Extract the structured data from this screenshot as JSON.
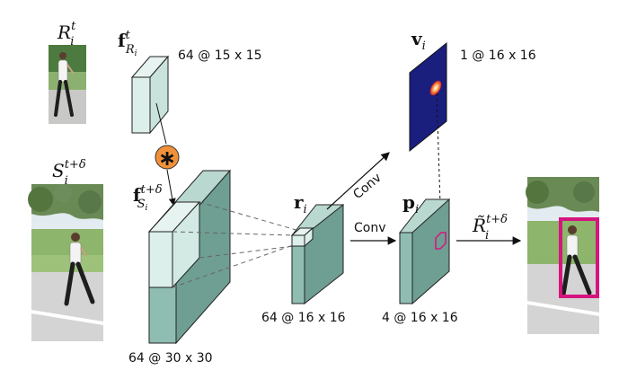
{
  "labels": {
    "ref_patch_R": "R",
    "ref_patch_R_sub": "i",
    "ref_patch_R_sup": "t",
    "search_patch_S": "S",
    "search_patch_S_sub": "i",
    "search_patch_S_sup": "t+δ",
    "feat_ref_f": "f",
    "feat_ref_sub": "R",
    "feat_ref_subsub": "i",
    "feat_ref_sup": "t",
    "feat_ref_dims": "64 @ 15 x 15",
    "feat_search_f": "f",
    "feat_search_sub": "S",
    "feat_search_subsub": "i",
    "feat_search_sup": "t+δ",
    "feat_search_dims": "64 @ 30 x 30",
    "corr_symbol": "∗",
    "r_label": "r",
    "r_sub": "i",
    "r_dims": "64 @ 16 x 16",
    "conv_upper": "Conv",
    "conv_lower": "Conv",
    "v_label": "v",
    "v_sub": "i",
    "v_dims": "1 @ 16 x 16",
    "p_label": "p",
    "p_sub": "i",
    "p_dims": "4 @ 16 x 16",
    "out_R": "R̃",
    "out_R_sub": "i",
    "out_R_sup": "t+δ"
  },
  "colors": {
    "block_front": "#8fbdb2",
    "block_top": "#b9d8cf",
    "block_side": "#6f9e93",
    "light_front": "#dcefeb",
    "map_blue": "#1a1f7e",
    "corr_circle": "#f0913a",
    "box_magenta": "#d6147f"
  },
  "icons": {
    "correlation": "asterisk-in-circle-icon",
    "person": "walking-person-icon"
  }
}
